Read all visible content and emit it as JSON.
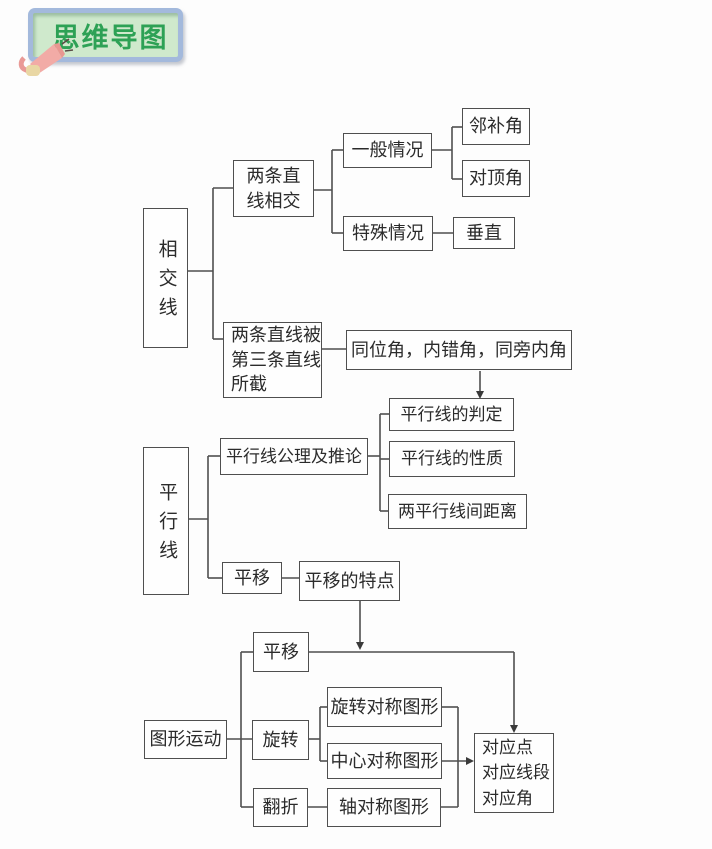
{
  "title_badge": {
    "label": "思维导图",
    "icon": "megaphone-icon",
    "text_color": "#2da155",
    "fill_color": "#cfe9cc",
    "border_color": "#a3b9dc"
  },
  "diagram": {
    "line_color": "#4f4f4f",
    "nodes": {
      "intersecting_lines": "相交线",
      "two_lines_intersect": "两条直\n线相交",
      "general_case": "一般情况",
      "adjacent_supplementary_angles": "邻补角",
      "vertical_angles": "对顶角",
      "special_case": "特殊情况",
      "perpendicular": "垂直",
      "cut_by_third_line": "两条直线被\n第三条直线\n所截",
      "angle_types": "同位角，内错角，同旁内角",
      "parallel_lines": "平行线",
      "parallel_axiom": "平行线公理及推论",
      "parallel_judgment": "平行线的判定",
      "parallel_property": "平行线的性质",
      "parallel_distance": "两平行线间距离",
      "translation": "平移",
      "translation_features": "平移的特点",
      "translation_motion": "平移",
      "figure_motion": "图形运动",
      "rotation": "旋转",
      "folding": "翻折",
      "rotational_symmetry_figure": "旋转对称图形",
      "central_symmetry_figure": "中心对称图形",
      "axial_symmetry_figure": "轴对称图形",
      "corresponding_elements": "对应点\n对应线段\n对应角"
    },
    "edges": [
      {
        "from": "intersecting_lines",
        "to": "two_lines_intersect",
        "type": "line"
      },
      {
        "from": "intersecting_lines",
        "to": "cut_by_third_line",
        "type": "line"
      },
      {
        "from": "two_lines_intersect",
        "to": "general_case",
        "type": "line"
      },
      {
        "from": "two_lines_intersect",
        "to": "special_case",
        "type": "line"
      },
      {
        "from": "general_case",
        "to": "adjacent_supplementary_angles",
        "type": "line"
      },
      {
        "from": "general_case",
        "to": "vertical_angles",
        "type": "line"
      },
      {
        "from": "special_case",
        "to": "perpendicular",
        "type": "line"
      },
      {
        "from": "cut_by_third_line",
        "to": "angle_types",
        "type": "line"
      },
      {
        "from": "angle_types",
        "to": "parallel_judgment",
        "type": "arrow"
      },
      {
        "from": "parallel_lines",
        "to": "parallel_axiom",
        "type": "line"
      },
      {
        "from": "parallel_lines",
        "to": "translation",
        "type": "line"
      },
      {
        "from": "parallel_axiom",
        "to": "parallel_judgment",
        "type": "line"
      },
      {
        "from": "parallel_axiom",
        "to": "parallel_property",
        "type": "line"
      },
      {
        "from": "parallel_axiom",
        "to": "parallel_distance",
        "type": "line"
      },
      {
        "from": "translation",
        "to": "translation_features",
        "type": "line"
      },
      {
        "from": "translation_features",
        "to": "corresponding_elements",
        "type": "arrow"
      },
      {
        "from": "figure_motion",
        "to": "translation_motion",
        "type": "line"
      },
      {
        "from": "figure_motion",
        "to": "rotation",
        "type": "line"
      },
      {
        "from": "figure_motion",
        "to": "folding",
        "type": "line"
      },
      {
        "from": "translation_motion",
        "to": "corresponding_elements",
        "type": "arrow"
      },
      {
        "from": "rotation",
        "to": "rotational_symmetry_figure",
        "type": "line"
      },
      {
        "from": "rotation",
        "to": "central_symmetry_figure",
        "type": "line"
      },
      {
        "from": "folding",
        "to": "axial_symmetry_figure",
        "type": "line"
      },
      {
        "from": "rotational_symmetry_figure",
        "to": "corresponding_elements",
        "type": "line"
      },
      {
        "from": "central_symmetry_figure",
        "to": "corresponding_elements",
        "type": "arrow"
      },
      {
        "from": "axial_symmetry_figure",
        "to": "corresponding_elements",
        "type": "line"
      }
    ]
  }
}
